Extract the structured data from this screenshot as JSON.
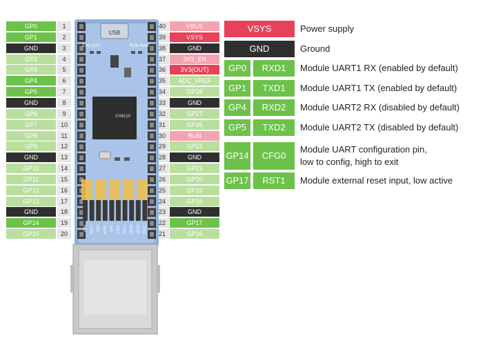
{
  "left_pins": [
    {
      "label": "GP0",
      "num": "1",
      "color": "green"
    },
    {
      "label": "GP1",
      "num": "2",
      "color": "green"
    },
    {
      "label": "GND",
      "num": "3",
      "color": "dark"
    },
    {
      "label": "GP2",
      "num": "4",
      "color": "light"
    },
    {
      "label": "GP3",
      "num": "5",
      "color": "light"
    },
    {
      "label": "GP4",
      "num": "6",
      "color": "green"
    },
    {
      "label": "GP5",
      "num": "7",
      "color": "green"
    },
    {
      "label": "GND",
      "num": "8",
      "color": "dark"
    },
    {
      "label": "GP6",
      "num": "9",
      "color": "light"
    },
    {
      "label": "GP7",
      "num": "10",
      "color": "light"
    },
    {
      "label": "GP8",
      "num": "11",
      "color": "light"
    },
    {
      "label": "GP9",
      "num": "12",
      "color": "light"
    },
    {
      "label": "GND",
      "num": "13",
      "color": "dark"
    },
    {
      "label": "GP10",
      "num": "14",
      "color": "light"
    },
    {
      "label": "GP11",
      "num": "15",
      "color": "light"
    },
    {
      "label": "GP12",
      "num": "16",
      "color": "light"
    },
    {
      "label": "GP13",
      "num": "17",
      "color": "light"
    },
    {
      "label": "GND",
      "num": "18",
      "color": "dark"
    },
    {
      "label": "GP14",
      "num": "19",
      "color": "green"
    },
    {
      "label": "GP15",
      "num": "20",
      "color": "light"
    }
  ],
  "right_pins": [
    {
      "label": "VBUS",
      "num": "40",
      "color": "pink"
    },
    {
      "label": "VSYS",
      "num": "39",
      "color": "red"
    },
    {
      "label": "GND",
      "num": "38",
      "color": "dark"
    },
    {
      "label": "3V3_EN",
      "num": "37",
      "color": "pink"
    },
    {
      "label": "3V3(OUT)",
      "num": "36",
      "color": "red"
    },
    {
      "label": "ADC_VREF",
      "num": "35",
      "color": "light"
    },
    {
      "label": "GP28",
      "num": "34",
      "color": "light"
    },
    {
      "label": "GND",
      "num": "33",
      "color": "dark"
    },
    {
      "label": "GP27",
      "num": "32",
      "color": "light"
    },
    {
      "label": "GP26",
      "num": "31",
      "color": "light"
    },
    {
      "label": "RUN",
      "num": "30",
      "color": "pink"
    },
    {
      "label": "GP22",
      "num": "29",
      "color": "light"
    },
    {
      "label": "GND",
      "num": "28",
      "color": "dark"
    },
    {
      "label": "GP21",
      "num": "27",
      "color": "light"
    },
    {
      "label": "GP20",
      "num": "26",
      "color": "light"
    },
    {
      "label": "GP19",
      "num": "25",
      "color": "light"
    },
    {
      "label": "GP18",
      "num": "24",
      "color": "light"
    },
    {
      "label": "GND",
      "num": "23",
      "color": "dark"
    },
    {
      "label": "GP17",
      "num": "22",
      "color": "green"
    },
    {
      "label": "GP16",
      "num": "21",
      "color": "light"
    }
  ],
  "board": {
    "usb_label": "USB",
    "ch_labels": "CH2 CH1",
    "run_pwr_labels": "RUN PWR",
    "chip_label": "CH9120",
    "bottom_pin_labels": [
      "GP0",
      "RST1",
      "GP4",
      "RXD2",
      "GP5",
      "TXD2",
      "GP17",
      "CFG0",
      "GP14",
      "RST1"
    ]
  },
  "colors": {
    "green": "#6cc24a",
    "light": "#b9df9e",
    "dark": "#2f2f2f",
    "pink": "#f4a3b0",
    "red": "#e8415a"
  },
  "table": {
    "rows": [
      {
        "cells": [
          {
            "text": "VSYS",
            "color": "red",
            "span": 2
          }
        ],
        "desc": "Power supply"
      },
      {
        "cells": [
          {
            "text": "GND",
            "color": "dark",
            "span": 2
          }
        ],
        "desc": "Ground"
      },
      {
        "cells": [
          {
            "text": "GP0",
            "color": "green"
          },
          {
            "text": "RXD1",
            "color": "green"
          }
        ],
        "desc": "Module UART1 RX (enabled by default)"
      },
      {
        "cells": [
          {
            "text": "GP1",
            "color": "green"
          },
          {
            "text": "TXD1",
            "color": "green"
          }
        ],
        "desc": "Module UART1 TX (enabled by default)"
      },
      {
        "cells": [
          {
            "text": "GP4",
            "color": "green"
          },
          {
            "text": "RXD2",
            "color": "green"
          }
        ],
        "desc": "Module UART2 RX (disabled by default)"
      },
      {
        "cells": [
          {
            "text": "GP5",
            "color": "green"
          },
          {
            "text": "TXD2",
            "color": "green"
          }
        ],
        "desc": "Module UART2 TX (disabled by default)"
      },
      {
        "cells": [
          {
            "text": "GP14",
            "color": "green"
          },
          {
            "text": "CFG0",
            "color": "green"
          }
        ],
        "desc_lines": [
          "Module UART configuration pin,",
          "low to config, high to exit"
        ]
      },
      {
        "cells": [
          {
            "text": "GP17",
            "color": "green"
          },
          {
            "text": "RST1",
            "color": "green"
          }
        ],
        "desc": "Module external reset input, low active"
      }
    ]
  }
}
